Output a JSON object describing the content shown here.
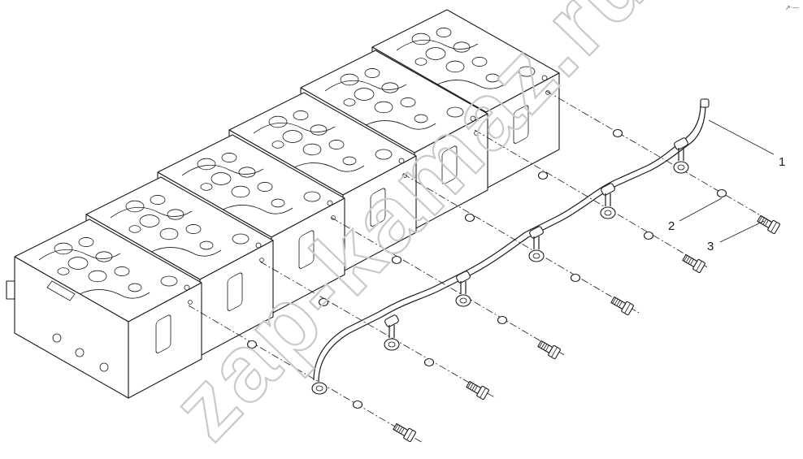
{
  "callouts": [
    {
      "number": "1"
    },
    {
      "number": "2"
    },
    {
      "number": "3"
    }
  ],
  "watermark": "zap-kamaz.ru",
  "corner_mark": "↗·—",
  "icons": [
    "cylinder-head-assembly",
    "fuel-return-pipe",
    "sealing-washer",
    "banjo-bolt"
  ]
}
